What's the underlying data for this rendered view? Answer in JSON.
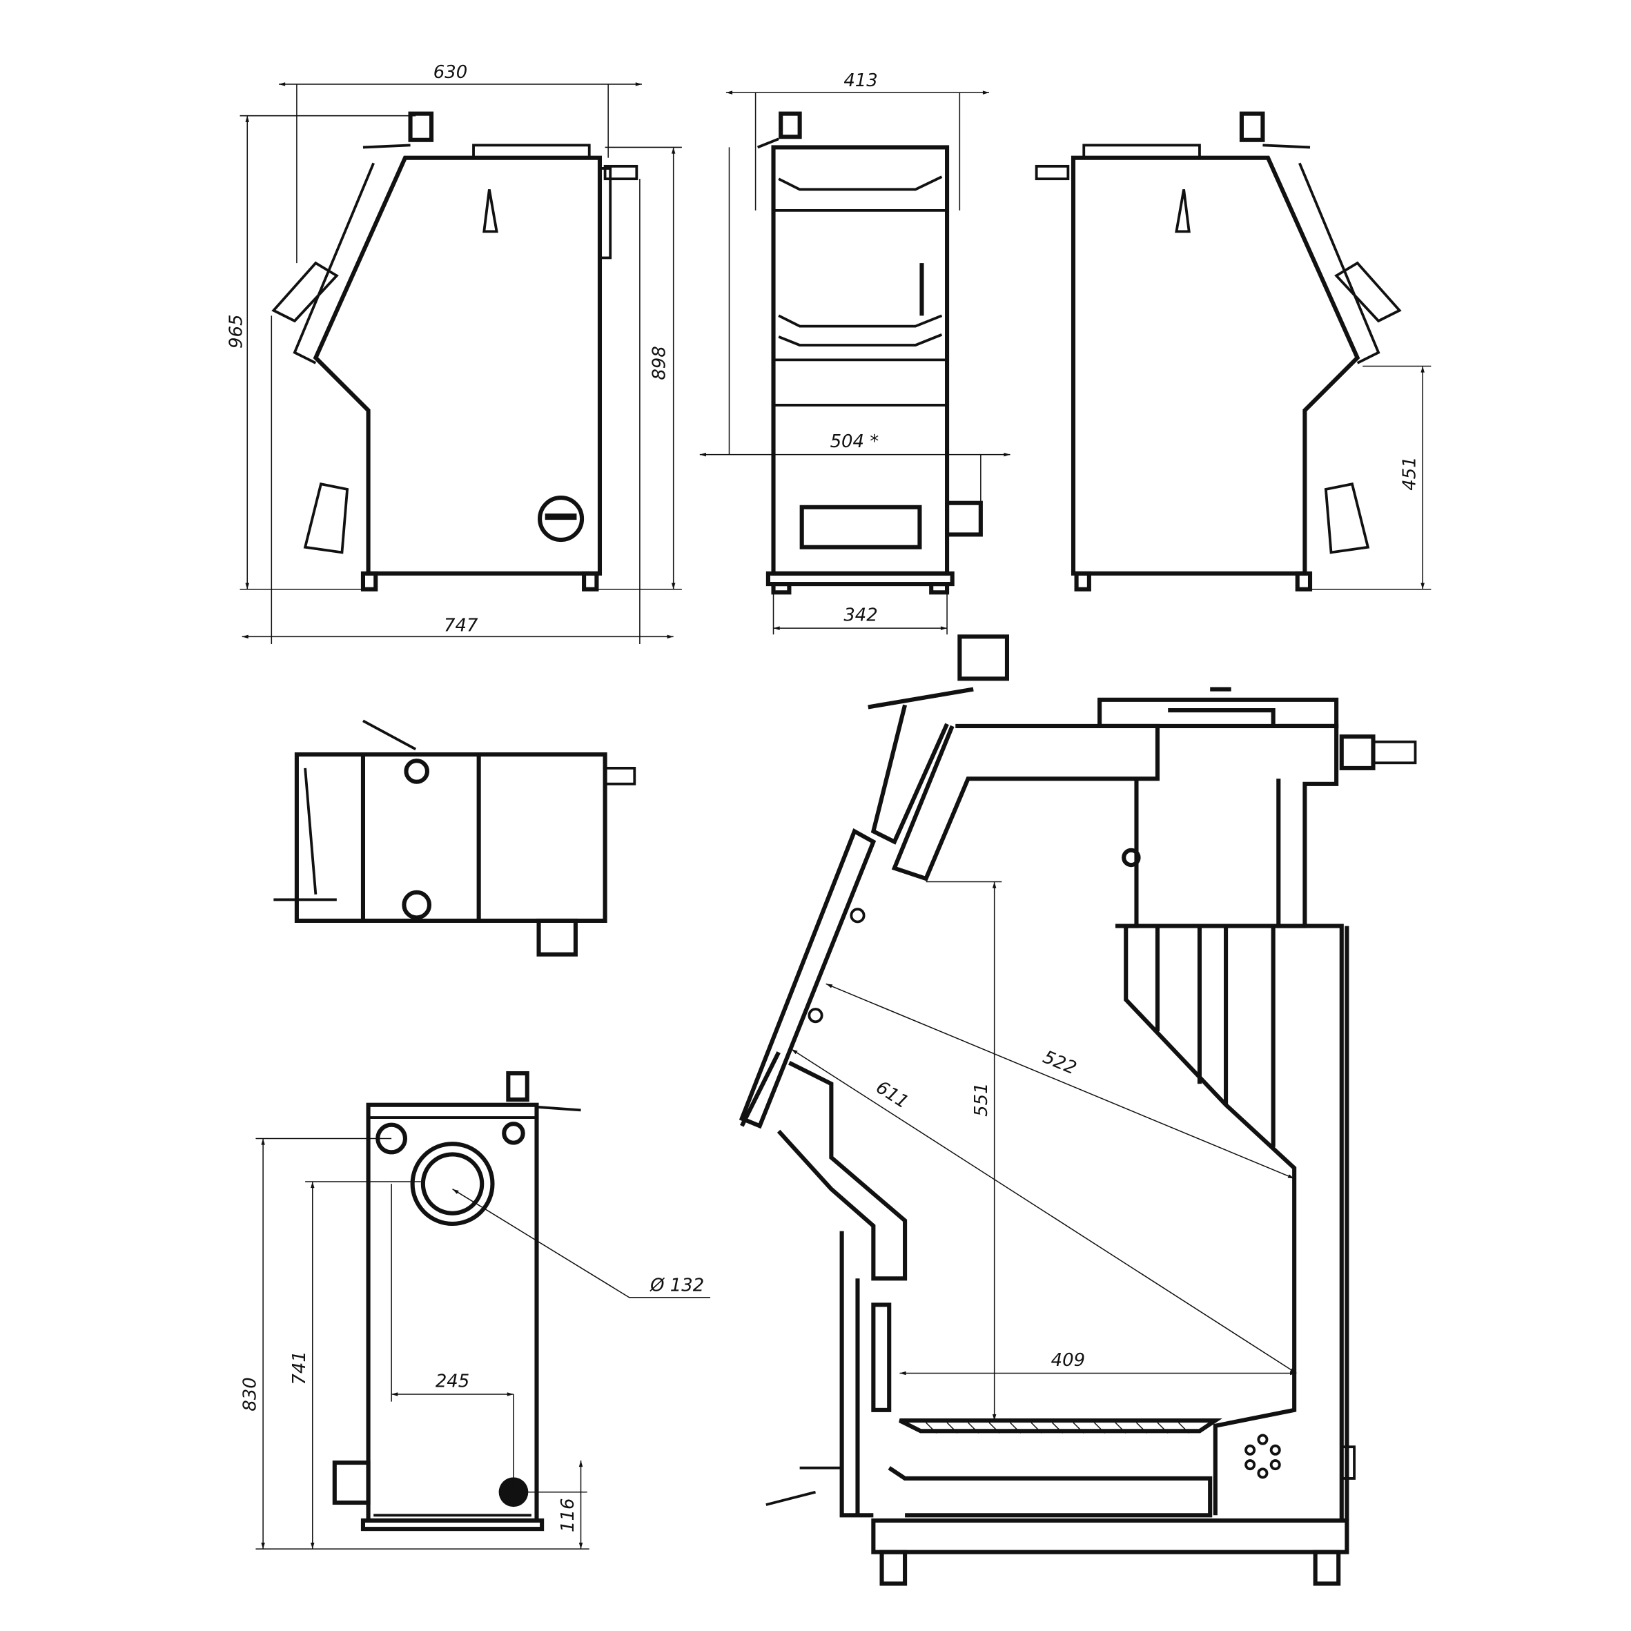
{
  "title": "Boiler dimensional drawing",
  "dimensions": {
    "side_width": "630",
    "total_height": "965",
    "body_height": "898",
    "total_depth": "747",
    "front_width": "413",
    "front_width_star": "504 *",
    "feet_width": "342",
    "door_height": "451",
    "section_diag_1": "522",
    "section_diag_2": "611",
    "section_height": "551",
    "section_width": "409",
    "flue_diameter": "Ø 132",
    "rear_flue_offset": "245",
    "rear_height_1": "830",
    "rear_height_2": "741",
    "rear_height_3": "116"
  },
  "colors": {
    "line": "#111111",
    "background": "#ffffff"
  }
}
